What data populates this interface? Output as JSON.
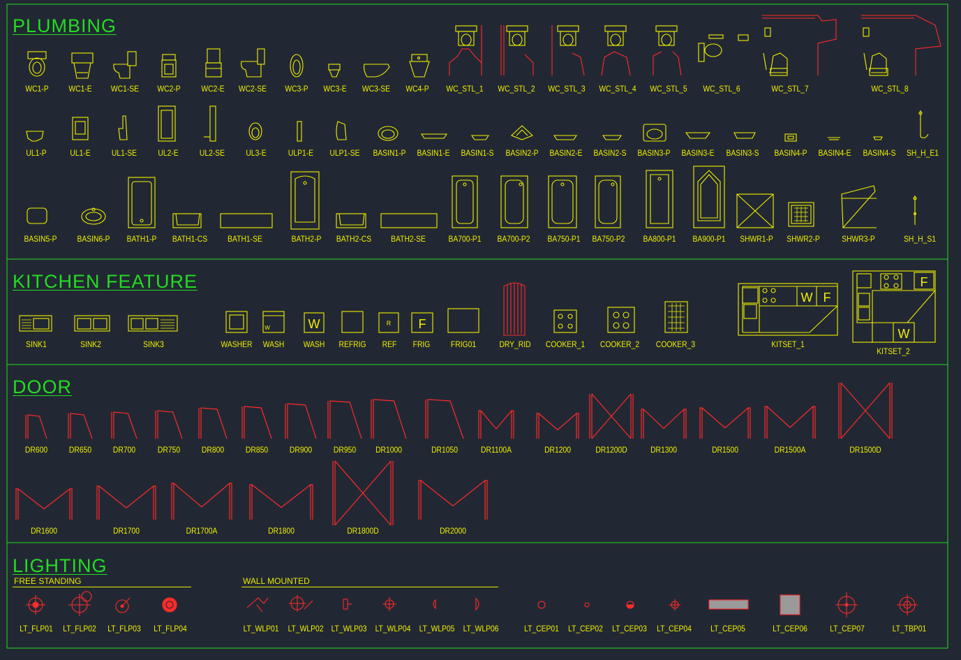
{
  "sections": {
    "plumbing": "PLUMBING",
    "kitchen": "KITCHEN FEATURE",
    "door": "DOOR",
    "lighting": "LIGHTING"
  },
  "subheads": {
    "free_standing": "FREE STANDING",
    "wall_mounted": "WALL MOUNTED"
  },
  "colors": {
    "background": "#222833",
    "frame": "#22dd22",
    "yellow": "#f0f000",
    "red": "#ff2a2a",
    "grey_fill": "#9a9a9a"
  },
  "plumbing_row1": [
    "WC1-P",
    "WC1-E",
    "WC1-SE",
    "WC2-P",
    "WC2-E",
    "WC2-SE",
    "WC3-P",
    "WC3-E",
    "WC3-SE",
    "WC4-P",
    "WC_STL_1",
    "WC_STL_2",
    "WC_STL_3",
    "WC_STL_4",
    "WC_STL_5",
    "WC_STL_6",
    "WC_STL_7",
    "WC_STL_8"
  ],
  "plumbing_row2": [
    "UL1-P",
    "UL1-E",
    "UL1-SE",
    "UL2-E",
    "UL2-SE",
    "UL3-E",
    "ULP1-E",
    "ULP1-SE",
    "BASIN1-P",
    "BASIN1-E",
    "BASIN1-S",
    "BASIN2-P",
    "BASIN2-E",
    "BASIN2-S",
    "BASIN3-P",
    "BASIN3-E",
    "BASIN3-S",
    "BASIN4-P",
    "BASIN4-E",
    "BASIN4-S",
    "SH_H_E1"
  ],
  "plumbing_row3": [
    "BASIN5-P",
    "BASIN6-P",
    "BATH1-P",
    "BATH1-CS",
    "BATH1-SE",
    "BATH2-P",
    "BATH2-CS",
    "BATH2-SE",
    "BA700-P1",
    "BA700-P2",
    "BA750-P1",
    "BA750-P2",
    "BA800-P1",
    "BA900-P1",
    "SHWR1-P",
    "SHWR2-P",
    "SHWR3-P",
    "SH_H_S1"
  ],
  "kitchen": [
    "SINK1",
    "SINK2",
    "SINK3",
    "WASHER",
    "WASH",
    "WASH",
    "REFRIG",
    "REF",
    "FRIG",
    "FRIG01",
    "DRY_RID",
    "COOKER_1",
    "COOKER_2",
    "COOKER_3",
    "KITSET_1",
    "KITSET_2"
  ],
  "kitchen_glyphs": {
    "w": "W",
    "r": "R",
    "f": "F"
  },
  "door_row1": [
    "DR600",
    "DR650",
    "DR700",
    "DR750",
    "DR800",
    "DR850",
    "DR900",
    "DR950",
    "DR1000",
    "DR1050",
    "DR1100A",
    "DR1200",
    "DR1200D",
    "DR1300",
    "DR1500",
    "DR1500A",
    "DR1500D"
  ],
  "door_row2": [
    "DR1600",
    "DR1700",
    "DR1700A",
    "DR1800",
    "DR1800D",
    "DR2000"
  ],
  "lighting": [
    "LT_FLP01",
    "LT_FLP02",
    "LT_FLP03",
    "LT_FLP04",
    "LT_WLP01",
    "LT_WLP02",
    "LT_WLP03",
    "LT_WLP04",
    "LT_WLP05",
    "LT_WLP06",
    "LT_CEP01",
    "LT_CEP02",
    "LT_CEP03",
    "LT_CEP04",
    "LT_CEP05",
    "LT_CEP06",
    "LT_CEP07",
    "LT_TBP01"
  ]
}
